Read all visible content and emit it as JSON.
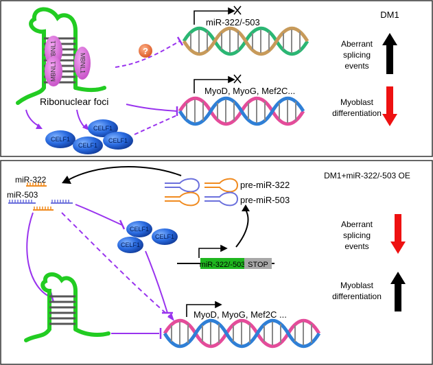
{
  "top_panel": {
    "label_dm1": "DM1",
    "label_aberrant": [
      "Aberrant",
      "splicing",
      "events"
    ],
    "label_myoblast": [
      "Myoblast",
      "differentiation"
    ],
    "gene_top": "miR-322/-503",
    "gene_bottom": "MyoD, MyoG, Mef2C...",
    "foci_label": "Ribonuclear foci",
    "question_mark": "?",
    "mbnl_labels": [
      "MBNL1",
      "MBNL1",
      "MBNL1"
    ],
    "celf_labels": [
      "CELF1",
      "CELF1",
      "CELF1",
      "CELF1"
    ]
  },
  "bottom_panel": {
    "label_condition": "DM1+miR-322/-503 OE",
    "label_aberrant": [
      "Aberrant",
      "splicing",
      "events"
    ],
    "label_myoblast": [
      "Myoblast",
      "differentiation"
    ],
    "mir322": "miR-322",
    "mir503": "miR-503",
    "pre_mir322": "pre-miR-322",
    "pre_mir503": "pre-miR-503",
    "construct_gene": "miR-322/-503",
    "construct_stop": "STOP",
    "gene_bottom": "MyoD, MyoG, Mef2C ...",
    "celf_labels": [
      "CELF1",
      "CELF1",
      "CELF1"
    ]
  },
  "colors": {
    "rna": "#22cc22",
    "mbnl": "#e36fe3",
    "celf": "#1f5fd9",
    "inhibit": "#9933ee",
    "up": "#000000",
    "down": "#ee1111",
    "mir322": "#f08a1e",
    "mir503": "#6a6fdc"
  }
}
